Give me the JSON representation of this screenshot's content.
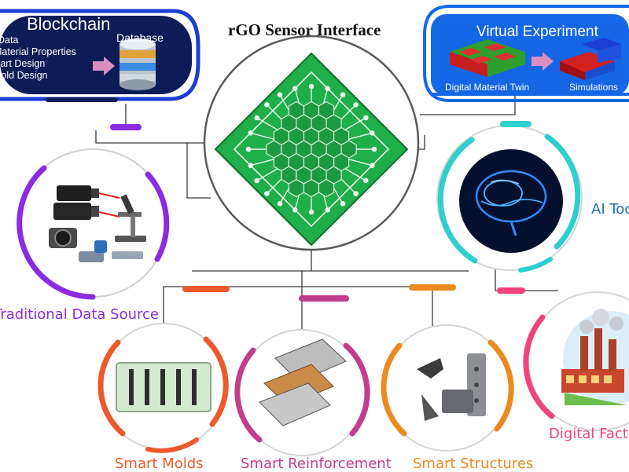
{
  "title": "rGO Sensor Interface",
  "blockchain": {
    "heading": "Blockchain",
    "database_label": "Database",
    "items": [
      "Data",
      "Material Properties",
      "Part Design",
      "Mold Design"
    ]
  },
  "virtual_experiment": {
    "heading": "Virtual Experiment",
    "left_label": "Digital Material Twin",
    "right_label": "Simulations"
  },
  "nodes": {
    "traditional": "Traditional Data Source",
    "ai": "AI Tools",
    "factory": "Digital Factory",
    "molds": "Smart Molds",
    "reinforcement": "Smart Reinforcement",
    "structures": "Smart Structures"
  },
  "colors": {
    "navy": "#0b1c57",
    "blue": "#1469e6",
    "purple": "#8b2be2",
    "teal": "#2fcfcf",
    "pink": "#f0447e",
    "orange_red": "#ec5a2c",
    "magenta": "#c43c8c",
    "orange": "#ec8a1e",
    "pcb_green": "#1fae4a"
  },
  "icons": [
    "database-icon",
    "arrow-right-icon",
    "circuit-chip-icon",
    "brain-icon",
    "camera-icon",
    "microscope-icon",
    "factory-icon",
    "mold-icon",
    "mesh-icon",
    "brackets-icon"
  ]
}
